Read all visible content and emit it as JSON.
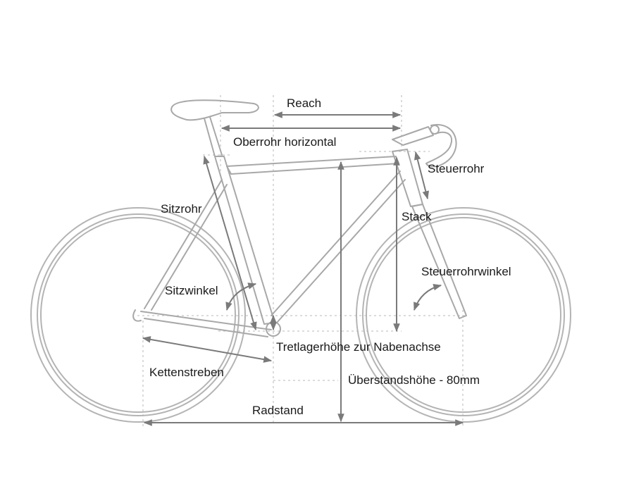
{
  "diagram": {
    "title": "Bike geometry",
    "labels": {
      "reach": "Reach",
      "top_tube": "Oberrohr horizontal",
      "head_tube": "Steuerrohr",
      "seat_tube": "Sitzrohr",
      "stack": "Stack",
      "head_angle": "Steuerrohrwinkel",
      "seat_angle": "Sitzwinkel",
      "bb_drop": "Tretlagerhöhe zur Nabenachse",
      "chainstays": "Kettenstreben",
      "standover": "Überstandshöhe - 80mm",
      "wheelbase": "Radstand"
    },
    "colors": {
      "frame": "#a8a8a8",
      "arrow": "#7a7a7a",
      "text": "#1a1a1a"
    }
  }
}
